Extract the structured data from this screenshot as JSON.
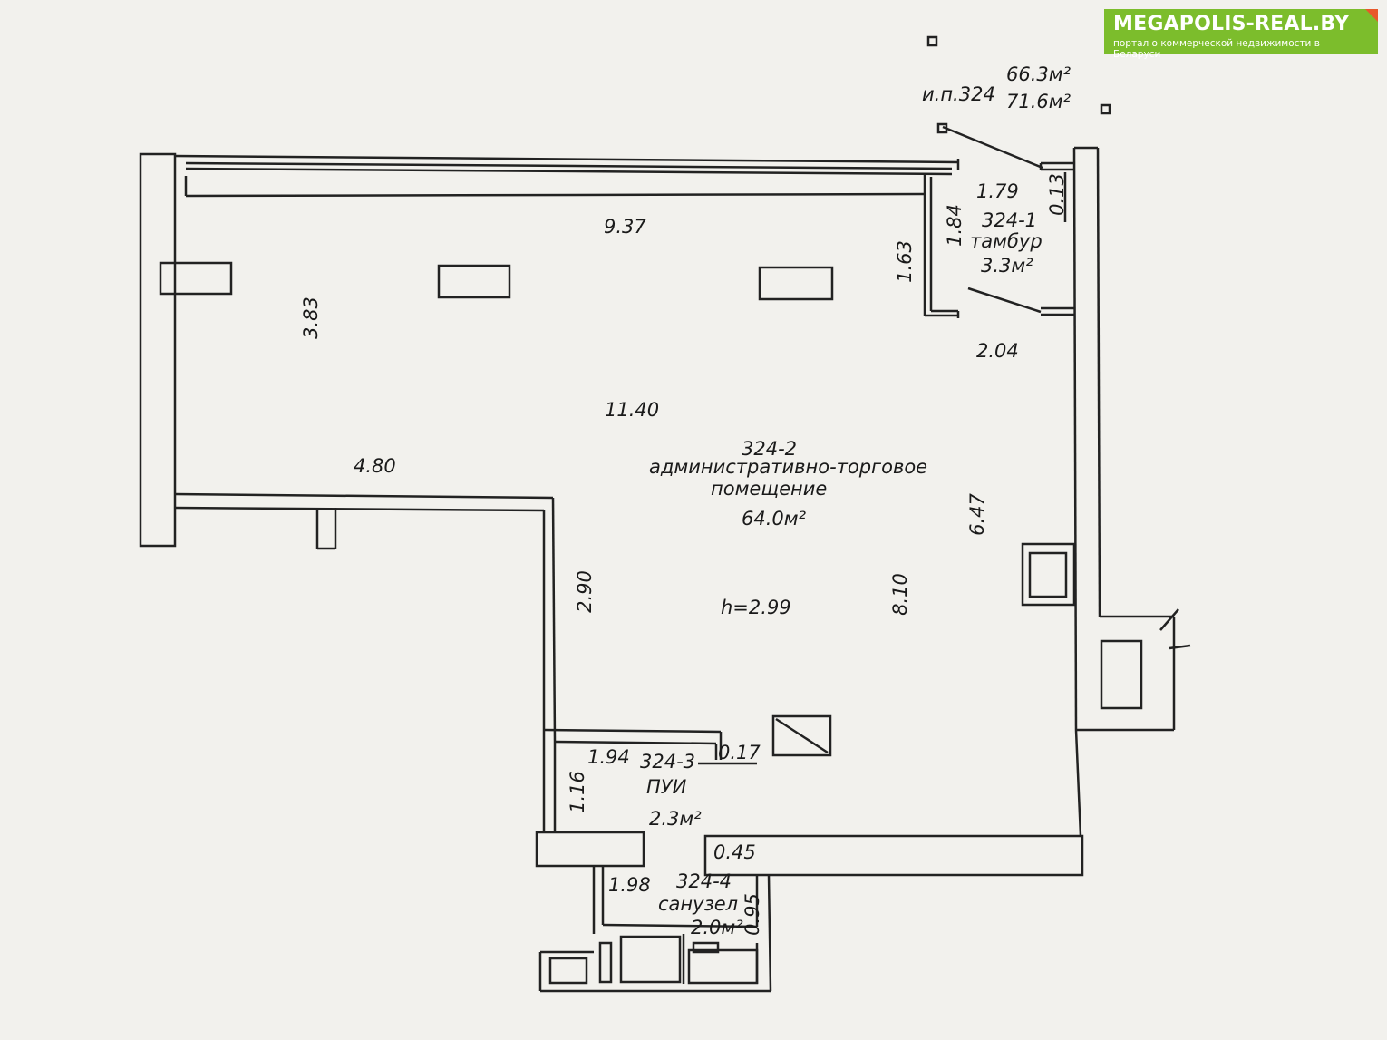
{
  "logo": {
    "title": "MEGAPOLIS-REAL.BY",
    "subtitle": "портал о коммерческой недвижимости в Беларуси"
  },
  "summary": {
    "unit": "и.п.324",
    "area_main": "66.3м²",
    "area_total": "71.6м²"
  },
  "rooms": {
    "r1": {
      "number": "324-1",
      "name": "тамбур",
      "area": "3.3м²"
    },
    "r2": {
      "number": "324-2",
      "name_line1": "административно-торговое",
      "name_line2": "помещение",
      "area": "64.0м²",
      "height": "h=2.99"
    },
    "r3": {
      "number": "324-3",
      "name": "ПУИ",
      "area": "2.3м²"
    },
    "r4": {
      "number": "324-4",
      "name": "санузел",
      "area": "2.0м²"
    }
  },
  "dimensions": {
    "d937": "9.37",
    "d383": "3.83",
    "d1140": "11.40",
    "d480": "4.80",
    "d163": "1.63",
    "d184": "1.84",
    "d179": "1.79",
    "d013": "0.13",
    "d204": "2.04",
    "d647": "6.47",
    "d290": "2.90",
    "d810": "8.10",
    "d017": "0.17",
    "d194": "1.94",
    "d116": "1.16",
    "d045": "0.45",
    "d198": "1.98",
    "d095": "0.95"
  },
  "colors": {
    "line": "#222222",
    "paper": "#f2f1ed",
    "logo_bg": "#7cbd2c",
    "logo_accent": "#e8582a"
  }
}
